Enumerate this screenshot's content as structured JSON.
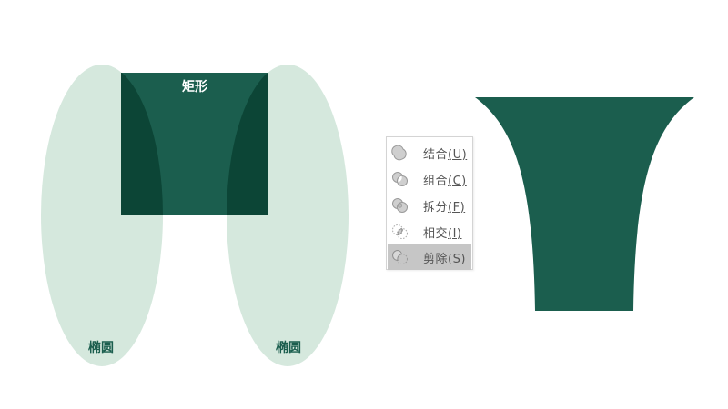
{
  "shapes": {
    "rect_label": "矩形",
    "ellipse_left_label": "椭圆",
    "ellipse_right_label": "椭圆"
  },
  "menu": {
    "items": [
      {
        "label": "结合",
        "hotkey": "(U)",
        "icon": "union-shapes-icon",
        "selected": false
      },
      {
        "label": "组合",
        "hotkey": "(C)",
        "icon": "combine-shapes-icon",
        "selected": false
      },
      {
        "label": "拆分",
        "hotkey": "(F)",
        "icon": "fragment-shapes-icon",
        "selected": false
      },
      {
        "label": "相交",
        "hotkey": "(I)",
        "icon": "intersect-shapes-icon",
        "selected": false
      },
      {
        "label": "剪除",
        "hotkey": "(S)",
        "icon": "subtract-shapes-icon",
        "selected": true
      }
    ]
  },
  "colors": {
    "dark_green": "#1b5e4e",
    "overlap_green": "#0c4536",
    "light_green": "#d5e8dd",
    "menu_hover": "#c6c6c6",
    "menu_text": "#555555",
    "white": "#ffffff"
  }
}
